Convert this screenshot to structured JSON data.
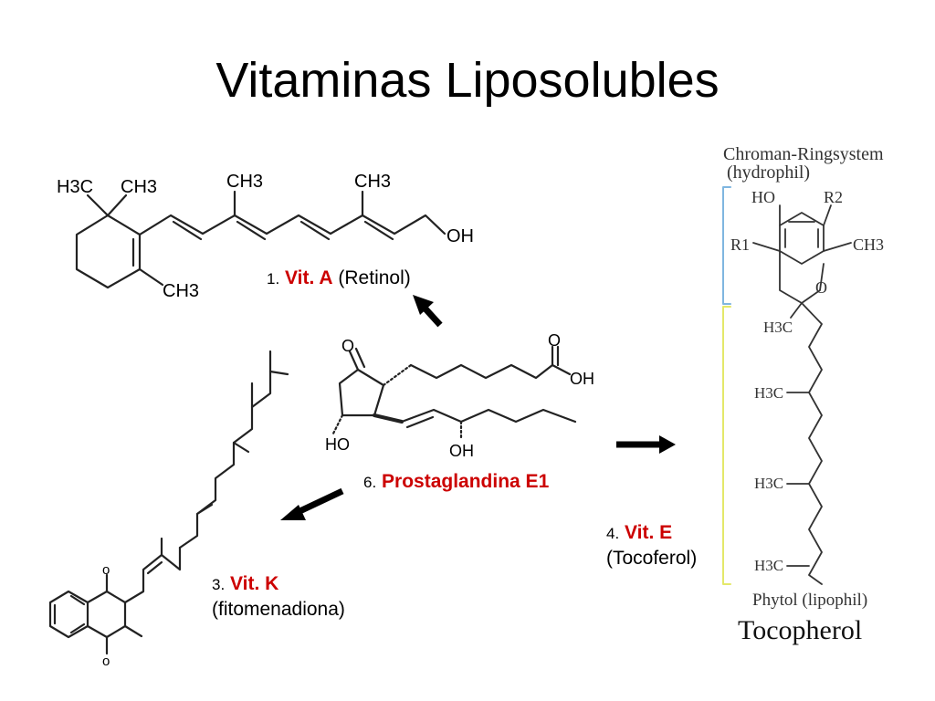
{
  "title": "Vitaminas Liposolubles",
  "colors": {
    "accent": "#cc0000",
    "bracket_blue": "#7fb6e0",
    "bracket_yellow": "#e4e86a"
  },
  "labels": {
    "vit_a": {
      "num": "1.",
      "name": "Vit. A",
      "desc": "(Retinol)"
    },
    "prostaglandin": {
      "num": "6.",
      "name": "Prostaglandina E1"
    },
    "vit_k": {
      "num": "3.",
      "name": "Vit. K",
      "desc": "(fitomenadiona)"
    },
    "vit_e": {
      "num": "4.",
      "name": "Vit. E",
      "desc": "(Tocoferol)"
    }
  },
  "retinol_atoms": {
    "h3c": "H3C",
    "ch3_a": "CH3",
    "ch3_b": "CH3",
    "ch3_c": "CH3",
    "ch3_d": "CH3",
    "oh": "OH"
  },
  "pge1_atoms": {
    "o_ketone": "O",
    "o_acid": "O",
    "oh_acid": "OH",
    "ho": "HO",
    "oh": "OH"
  },
  "tocopherol": {
    "ring_title": "Chroman-Ringsystem",
    "ring_subtitle": "(hydrophil)",
    "ho": "HO",
    "r2": "R2",
    "r1": "R1",
    "ch3": "CH3",
    "o": "O",
    "h3c": "H3C",
    "phytol": "Phytol (lipophil)",
    "name": "Tocopherol"
  },
  "vitk_atoms": {
    "o": "o"
  },
  "arrows": [
    "up-arrow",
    "left-down-arrow",
    "right-arrow"
  ]
}
